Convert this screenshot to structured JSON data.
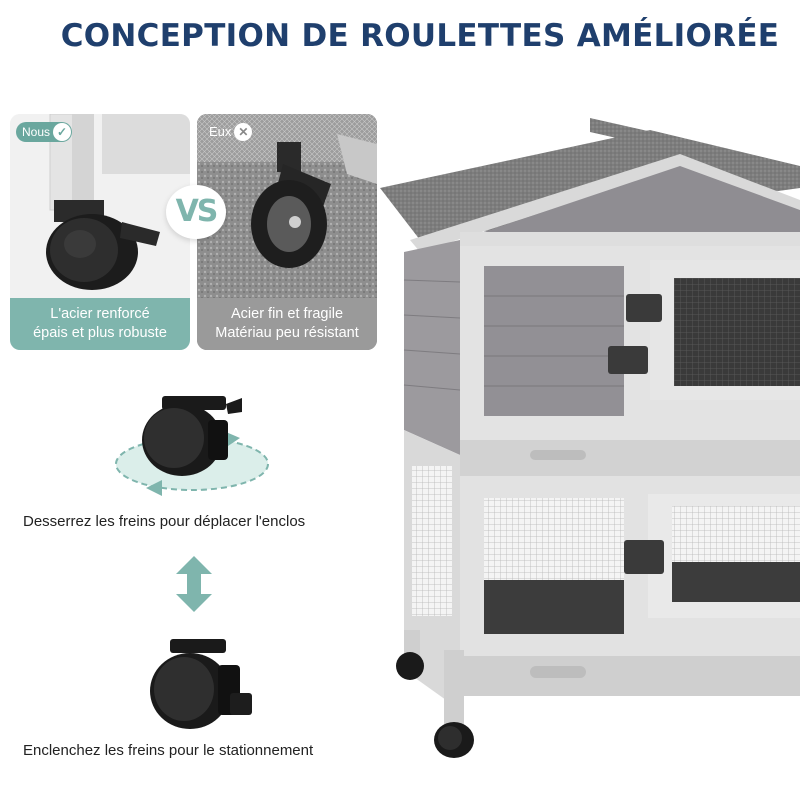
{
  "title": "CONCEPTION DE ROULETTES AMÉLIORÉE",
  "comparison": {
    "ours": {
      "badge": "Nous",
      "caption_line1": "L'acier renforcé",
      "caption_line2": "épais et plus robuste"
    },
    "theirs": {
      "badge": "Eux",
      "caption_line1": "Acier fin et fragile",
      "caption_line2": "Matériau peu résistant"
    },
    "vs_label": "VS"
  },
  "instructions": {
    "release_brakes": "Desserrez les freins pour déplacer l'enclos",
    "engage_brakes": "Enclenchez les freins pour le stationnement"
  },
  "colors": {
    "title": "#1f3f6d",
    "accent_teal": "#7fb5ad",
    "caption_gray": "#9a9a9a"
  },
  "icons": [
    "check-icon",
    "cross-icon",
    "rotate-arrow-icon",
    "up-down-arrow-icon"
  ]
}
